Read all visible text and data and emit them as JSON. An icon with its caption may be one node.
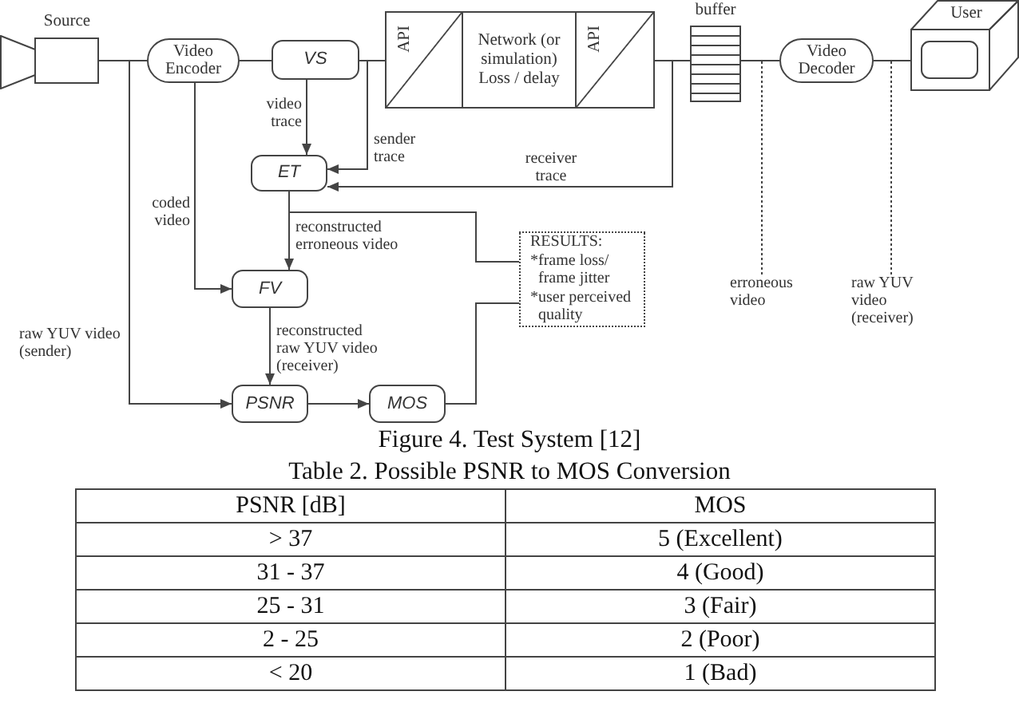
{
  "diagram": {
    "caption": "Figure 4. Test System [12]",
    "nodes": [
      {
        "text": [
          "Source"
        ]
      },
      {
        "text": [
          "Video Encoder"
        ]
      },
      {
        "text": [
          "VS"
        ]
      },
      {
        "text": [
          "API"
        ]
      },
      {
        "text": [
          "Network (or simulation) Loss / delay"
        ]
      },
      {
        "text": [
          "API"
        ]
      },
      {
        "text": [
          "buffer"
        ]
      },
      {
        "text": [
          "Video Decoder"
        ]
      },
      {
        "text": [
          "User"
        ]
      },
      {
        "text": [
          "ET"
        ]
      },
      {
        "text": [
          "RESULTS:",
          "*frame loss/ frame jitter",
          "*user perceived quality"
        ]
      },
      {
        "text": [
          "FV"
        ]
      },
      {
        "text": [
          "erroneous video"
        ]
      },
      {
        "text": [
          "raw YUV video (receiver)"
        ]
      },
      {
        "text": [
          "PSNR"
        ]
      },
      {
        "text": [
          "MOS"
        ]
      }
    ],
    "edges": [
      {
        "from": 0,
        "to": 1,
        "arrow": "none"
      },
      {
        "from": 0,
        "to": 14,
        "arrow": "to",
        "label": "raw YUV video (sender)"
      },
      {
        "from": 1,
        "to": 2,
        "arrow": "none"
      },
      {
        "from": 1,
        "to": 11,
        "arrow": "to",
        "label": "coded video"
      },
      {
        "from": 2,
        "to": 3,
        "arrow": "none"
      },
      {
        "from": 2,
        "to": 9,
        "arrow": "to",
        "label": "video trace"
      },
      {
        "from": 3,
        "to": 9,
        "arrow": "to",
        "label": "sender trace"
      },
      {
        "from": 5,
        "to": 6,
        "arrow": "none"
      },
      {
        "from": 5,
        "to": 9,
        "arrow": "to",
        "label": "receiver trace"
      },
      {
        "from": 6,
        "to": 7,
        "arrow": "none"
      },
      {
        "from": 7,
        "to": 8,
        "arrow": "none"
      },
      {
        "from": 9,
        "to": 11,
        "arrow": "to",
        "label": "reconstructed erroneous video"
      },
      {
        "from": 9,
        "to": 10,
        "arrow": "none"
      },
      {
        "from": 11,
        "to": 14,
        "arrow": "to",
        "label": "reconstructed raw YUV video (receiver)"
      },
      {
        "from": 14,
        "to": 15,
        "arrow": "to"
      },
      {
        "from": 15,
        "to": 10,
        "arrow": "none"
      },
      {
        "from": 12,
        "to": 7,
        "arrow": "none",
        "style": "dashed"
      },
      {
        "from": 13,
        "to": 7,
        "arrow": "none",
        "style": "dashed"
      }
    ],
    "labels": [
      "Table 2. Possible PSNR to MOS Conversion",
      "PSNR [dB]",
      "MOS",
      "> 37",
      "5 (Excellent)",
      "31 - 37",
      "4 (Good)",
      "25 - 31",
      "3 (Fair)",
      "2 - 25",
      "2 (Poor)",
      "< 20",
      "1 (Bad)"
    ]
  }
}
